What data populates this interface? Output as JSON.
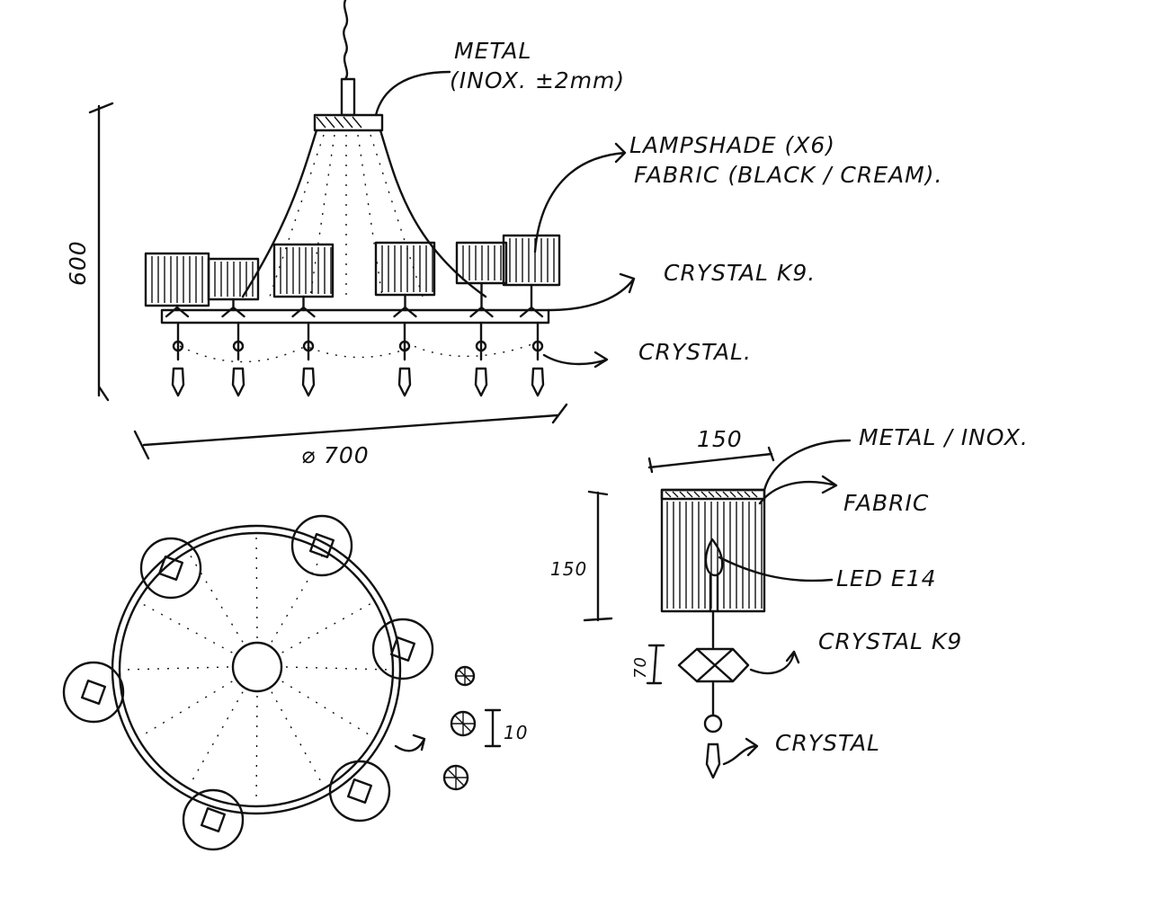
{
  "labels": {
    "metal": "METAL",
    "metal_spec": "(INOX. ±2mm)",
    "lampshade": "LAMPSHADE (X6)",
    "lampshade_fabric": "FABRIC (BLACK / CREAM).",
    "crystal_k9": "CRYSTAL K9.",
    "crystal": "CRYSTAL.",
    "height_dim": "600",
    "diameter_dim": "⌀ 700",
    "detail_width": "150",
    "detail_metal": "METAL / INOX.",
    "detail_fabric": "FABRIC",
    "detail_height": "150",
    "detail_led": "LED E14",
    "detail_crystal_k9": "CRYSTAL K9",
    "detail_crystal_dim": "70",
    "detail_crystal": "CRYSTAL",
    "bead_dim": "10"
  },
  "colors": {
    "ink": "#111111",
    "paper": "#ffffff"
  }
}
